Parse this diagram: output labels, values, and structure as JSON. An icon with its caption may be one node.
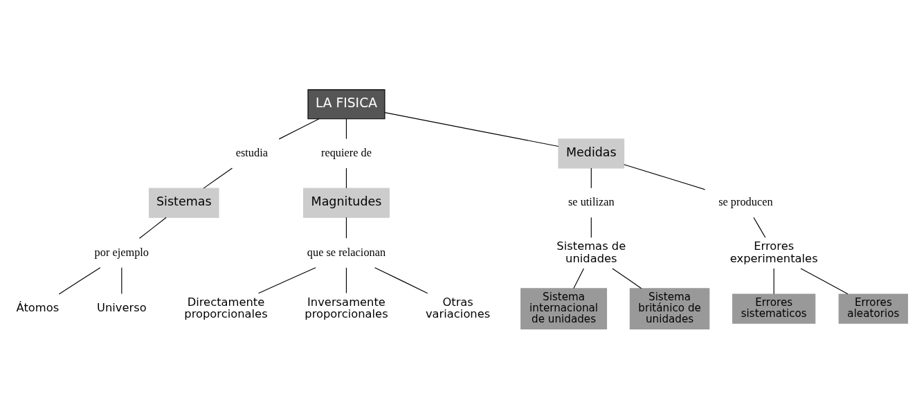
{
  "diagram": {
    "nodes": [
      {
        "text": [
          "LA FISICA"
        ]
      },
      {
        "text": [
          "estudia"
        ]
      },
      {
        "text": [
          "requiere de"
        ]
      },
      {
        "text": [
          "Sistemas"
        ]
      },
      {
        "text": [
          "Medidas"
        ]
      },
      {
        "text": [
          "Magnitudes"
        ]
      },
      {
        "text": [
          "por ejemplo"
        ]
      },
      {
        "text": [
          "se utilizan"
        ]
      },
      {
        "text": [
          "se producen"
        ]
      },
      {
        "text": [
          "que se relacionan"
        ]
      },
      {
        "text": [
          "Átomos"
        ]
      },
      {
        "text": [
          "Universo"
        ]
      },
      {
        "text": [
          "Sistemas de unidades"
        ]
      },
      {
        "text": [
          "Errores experimentales"
        ]
      },
      {
        "text": [
          "Directamente proporcionales"
        ]
      },
      {
        "text": [
          "Inversamente proporcionales"
        ]
      },
      {
        "text": [
          "Otras variaciones"
        ]
      },
      {
        "text": [
          "Sistema internacional de unidades"
        ]
      },
      {
        "text": [
          "Sistema británico de unidades"
        ]
      },
      {
        "text": [
          "Errores sistematicos"
        ]
      },
      {
        "text": [
          "Errores aleatorios"
        ]
      }
    ],
    "edges": [
      {
        "from": 0,
        "to": 1,
        "arrow": "none"
      },
      {
        "from": 1,
        "to": 3,
        "arrow": "none"
      },
      {
        "from": 0,
        "to": 4,
        "arrow": "none"
      },
      {
        "from": 0,
        "to": 2,
        "arrow": "none"
      },
      {
        "from": 2,
        "to": 5,
        "arrow": "none"
      },
      {
        "from": 3,
        "to": 6,
        "arrow": "none"
      },
      {
        "from": 6,
        "to": 10,
        "arrow": "none"
      },
      {
        "from": 6,
        "to": 11,
        "arrow": "none"
      },
      {
        "from": 4,
        "to": 7,
        "arrow": "none"
      },
      {
        "from": 4,
        "to": 8,
        "arrow": "none"
      },
      {
        "from": 7,
        "to": 12,
        "arrow": "none"
      },
      {
        "from": 8,
        "to": 13,
        "arrow": "none"
      },
      {
        "from": 5,
        "to": 9,
        "arrow": "none"
      },
      {
        "from": 9,
        "to": 14,
        "arrow": "none"
      },
      {
        "from": 9,
        "to": 15,
        "arrow": "none"
      },
      {
        "from": 9,
        "to": 16,
        "arrow": "none"
      },
      {
        "from": 12,
        "to": 17,
        "arrow": "none"
      },
      {
        "from": 12,
        "to": 18,
        "arrow": "none"
      },
      {
        "from": 13,
        "to": 19,
        "arrow": "none"
      },
      {
        "from": 13,
        "to": 20,
        "arrow": "none"
      }
    ]
  }
}
